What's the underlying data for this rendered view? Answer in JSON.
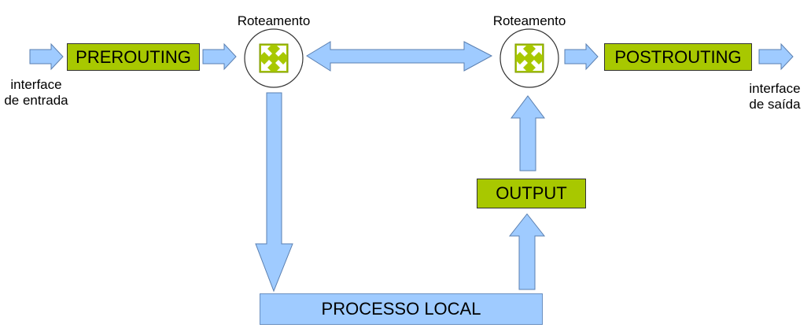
{
  "nodes": {
    "prerouting": "PREROUTING",
    "postrouting": "POSTROUTING",
    "output": "OUTPUT",
    "processo_local": "PROCESSO LOCAL"
  },
  "routing": {
    "left_label": "Roteamento",
    "right_label": "Roteamento"
  },
  "interfaces": {
    "input_line1": "interface",
    "input_line2": "de entrada",
    "output_line1": "interface",
    "output_line2": "de saída"
  },
  "colors": {
    "chain_fill": "#a8c800",
    "arrow_fill": "#9fcbff",
    "routing_icon": "#a8c800"
  }
}
